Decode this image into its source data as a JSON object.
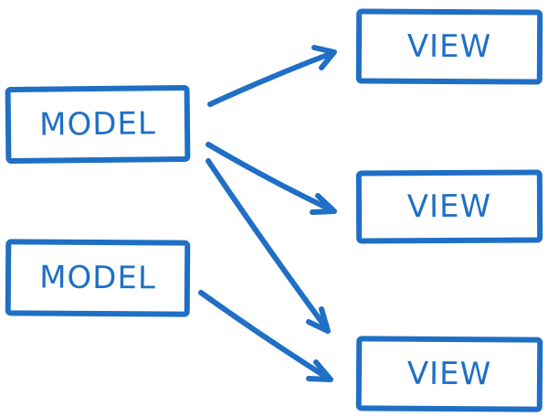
{
  "diagram": {
    "colors": {
      "stroke": "#1f6fc5",
      "background": "#ffffff"
    },
    "nodes": {
      "model_1": "MODEL",
      "model_2": "MODEL",
      "view_1": "VIEW",
      "view_2": "VIEW",
      "view_3": "VIEW"
    },
    "edges": [
      {
        "from": "model_1",
        "to": "view_1"
      },
      {
        "from": "model_1",
        "to": "view_2"
      },
      {
        "from": "model_1",
        "to": "view_3"
      },
      {
        "from": "model_2",
        "to": "view_3"
      }
    ]
  }
}
